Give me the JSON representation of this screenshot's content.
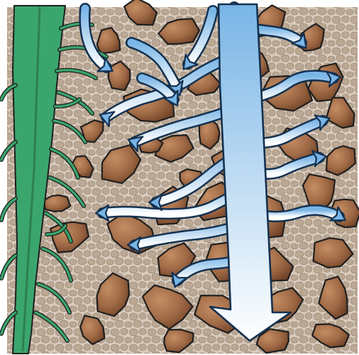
{
  "illustration": {
    "subject": "water-infiltration-through-soil-with-plant-root",
    "colors": {
      "background": "#ffffff",
      "fine_soil": "#d8cbbd",
      "fine_soil_dark": "#9c8a78",
      "pebble_fill": "#a06a46",
      "pebble_highlight": "#c48d63",
      "pebble_shadow": "#6e4126",
      "outline": "#1f1f1f",
      "root_fill": "#3aa66d",
      "root_dark": "#2e7f52",
      "water_top": "#79b5e6",
      "water_bottom": "#ffffff",
      "water_edge": "#143150"
    },
    "elements": {
      "soil": "fine-soil-background",
      "pebbles": "soil-pebbles",
      "root": "plant-root",
      "water": "water-flow-arrows"
    }
  }
}
